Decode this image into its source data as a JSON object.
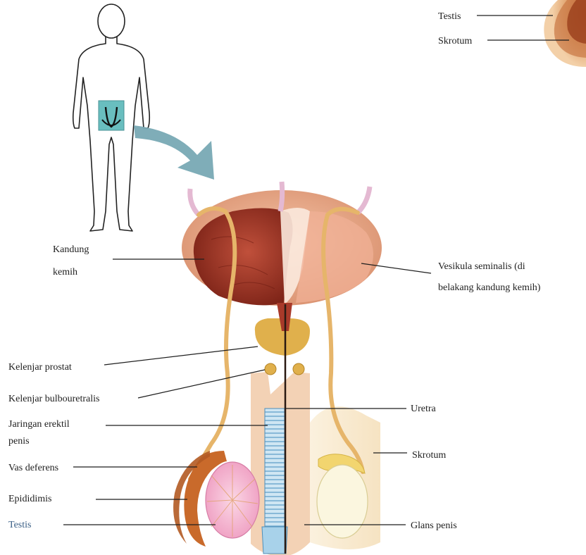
{
  "labels": {
    "inset_testis": "Testis",
    "inset_skrotum": "Skrotum",
    "kandung_kemih_l1": "Kandung",
    "kandung_kemih_l2": "kemih",
    "vesikula_l1": "Vesikula seminalis (di",
    "vesikula_l2": "belakang kandung kemih)",
    "kelenjar_prostat": "Kelenjar prostat",
    "kelenjar_bulbouretralis": "Kelenjar bulbouretralis",
    "jaringan_erektil_l1": "Jaringan erektil",
    "jaringan_erektil_l2": "penis",
    "vas_deferens": "Vas deferens",
    "epididimis": "Epididimis",
    "testis": "Testis",
    "uretra": "Uretra",
    "skrotum": "Skrotum",
    "glans_penis": "Glans penis"
  },
  "colors": {
    "label_text": "#1e1e1e",
    "testis_label_blue": "#3a5f86",
    "highlight_box": "#4fb3b5",
    "arrow": "#78a9b4",
    "bladder_outer": "#e9a889",
    "bladder_inner": "#a83a2a",
    "vas_deferens": "#e6b56a",
    "epididymis": "#c96a2b",
    "testis_fill": "#f2a6c6",
    "prostate": "#e0b04c",
    "erectile_tissue": "#93c3df",
    "skin": "#f3d2b5"
  }
}
